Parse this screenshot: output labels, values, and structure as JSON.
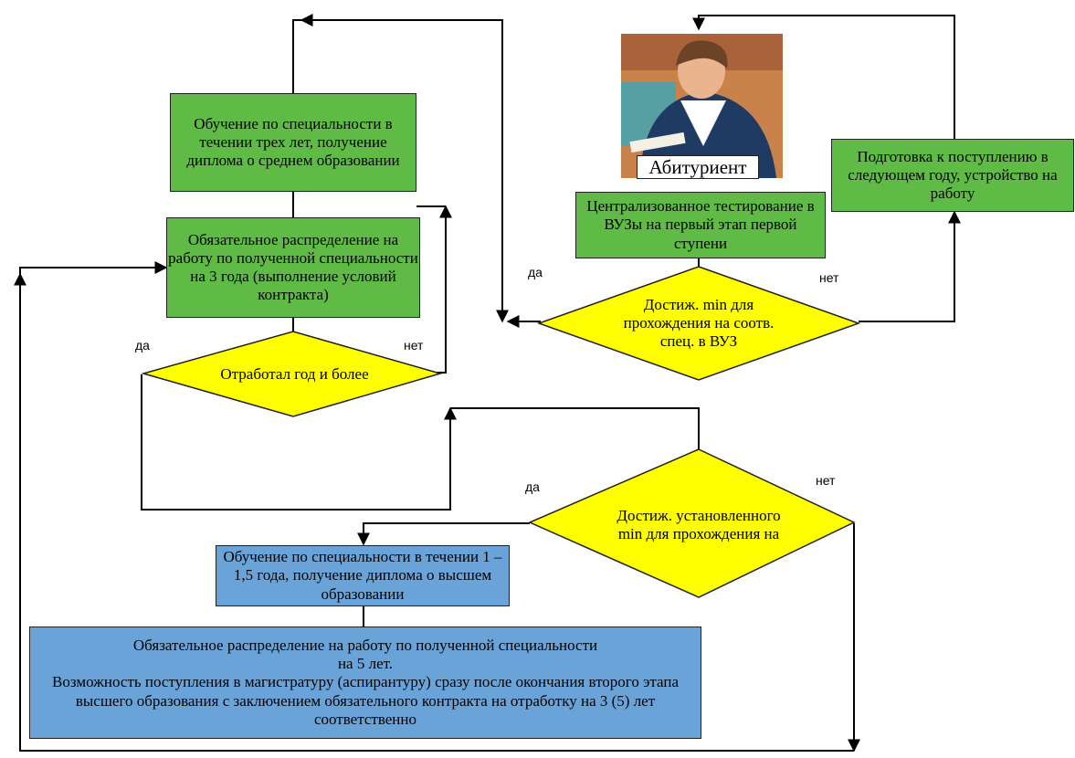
{
  "photo": {
    "label": "Абитуриент",
    "colors": {
      "background": "#c9824a",
      "jacket": "#1f3b63",
      "skin": "#e9b48e",
      "hair": "#6b4327",
      "shirt": "#ffffff"
    }
  },
  "nodes": {
    "training_3y": "Обучение по специальности в течении трех лет, получение диплома о среднем образовании",
    "distribution_3y": "Обязательное распределение на работу по полученной специальности на 3 года (выполнение условий контракта)",
    "worked_year": "Отработал год и более",
    "central_testing": "Централизованное тестирование в ВУЗы на первый этап первой ступени",
    "prep_next_year": "Подготовка к поступлению в следующем году, устройство на работу",
    "min_reached_vuz": "Достиж. min для прохождения на соотв. спец. в ВУЗ",
    "min_reached_set": "Достиж. установленного min для прохождения на",
    "training_higher": "Обучение по специальности в течении 1 – 1,5 года, получение диплома о высшем образовании",
    "distribution_5y_line1": "Обязательное распределение на работу по полученной специальности",
    "distribution_5y_line2": "на 5 лет.",
    "distribution_5y_line3": "Возможность поступления в магистратуру (аспирантуру) сразу после окончания второго этапа высшего образования с заключением обязательного контракта на отработку на 3 (5) лет соответственно"
  },
  "edge_labels": {
    "yes_worked": "да",
    "no_worked": "нет",
    "yes_vuz": "да",
    "no_vuz": "нет",
    "yes_set": "да",
    "no_set": "нет"
  },
  "colors": {
    "green_box": "#5fba46",
    "blue_box": "#6aa3d8",
    "decision": "#ffff00",
    "line": "#000000"
  }
}
